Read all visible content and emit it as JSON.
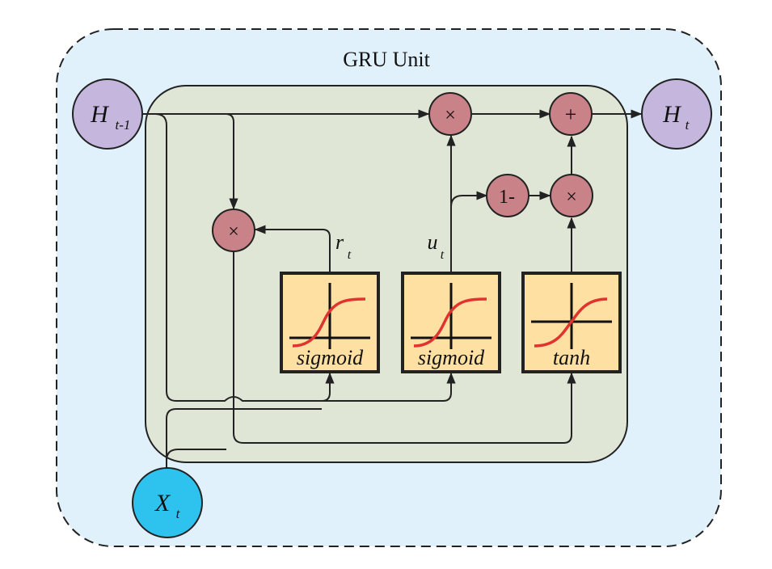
{
  "title": "GRU Unit",
  "nodes": {
    "h_prev": {
      "base": "H",
      "sub": "t-1"
    },
    "h_t": {
      "base": "H",
      "sub": "t"
    },
    "x_t": {
      "base": "X",
      "sub": "t"
    }
  },
  "ops": {
    "multiply": "×",
    "add": "+",
    "one_minus": "1-"
  },
  "gate_labels": {
    "reset": {
      "base": "r",
      "sub": "t"
    },
    "update": {
      "base": "u",
      "sub": "t"
    }
  },
  "activations": {
    "reset": "sigmoid",
    "update": "sigmoid",
    "candidate": "tanh"
  },
  "colors": {
    "outer_bg": "#e0f1fc",
    "inner_bg": "#e0e6d6",
    "hidden_node": "#c4b6dc",
    "input_node": "#2ec3ef",
    "op_node": "#c98288",
    "activation_box": "#ffe0a3",
    "curve": "#e0322e",
    "line": "#222222"
  }
}
